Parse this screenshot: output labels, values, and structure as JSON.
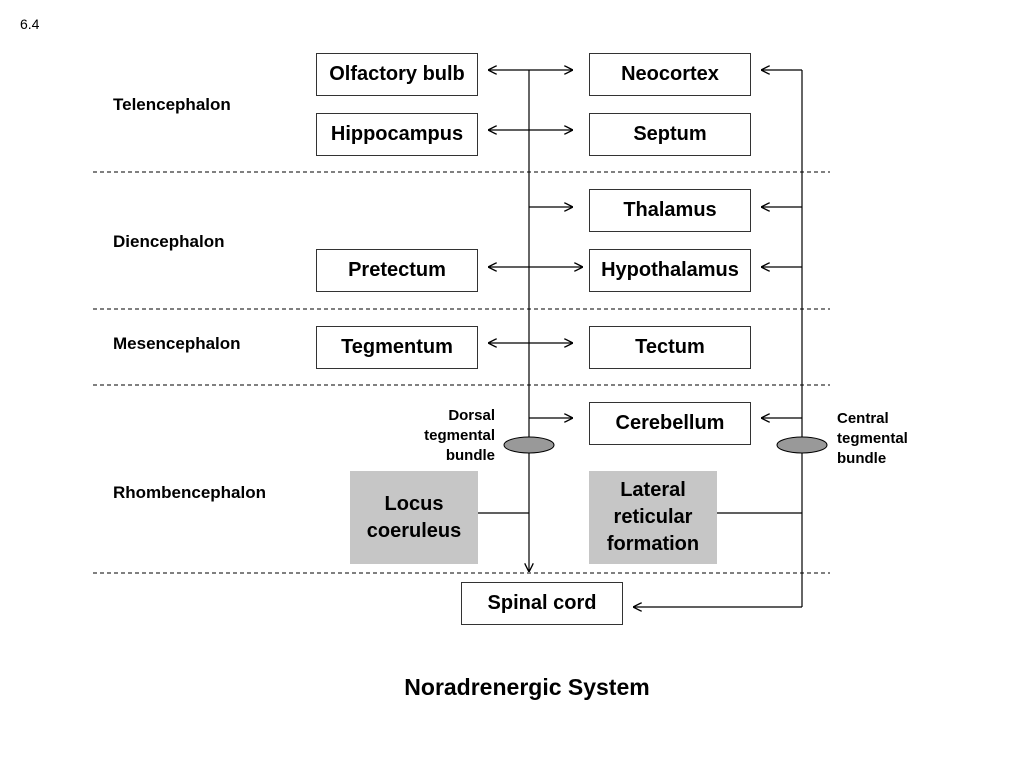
{
  "slide_number": "6.4",
  "regions": {
    "telencephalon": "Telencephalon",
    "diencephalon": "Diencephalon",
    "mesencephalon": "Mesencephalon",
    "rhombencephalon": "Rhombencephalon"
  },
  "structures": {
    "olfactory_bulb": "Olfactory bulb",
    "neocortex": "Neocortex",
    "hippocampus": "Hippocampus",
    "septum": "Septum",
    "thalamus": "Thalamus",
    "pretectum": "Pretectum",
    "hypothalamus": "Hypothalamus",
    "tegmentum": "Tegmentum",
    "tectum": "Tectum",
    "cerebellum": "Cerebellum",
    "spinal_cord": "Spinal cord"
  },
  "nuclei": {
    "locus_coeruleus": "Locus coeruleus",
    "lateral_reticular_formation": "Lateral reticular formation"
  },
  "bundles": {
    "dorsal": "Dorsal\ntegmental\nbundle",
    "central": "Central\ntegmental\nbundle"
  },
  "caption": "Noradrenergic System",
  "colors": {
    "nucleus_fill": "#c6c6c6",
    "bundle_fill": "#999999",
    "line": "#000000"
  }
}
